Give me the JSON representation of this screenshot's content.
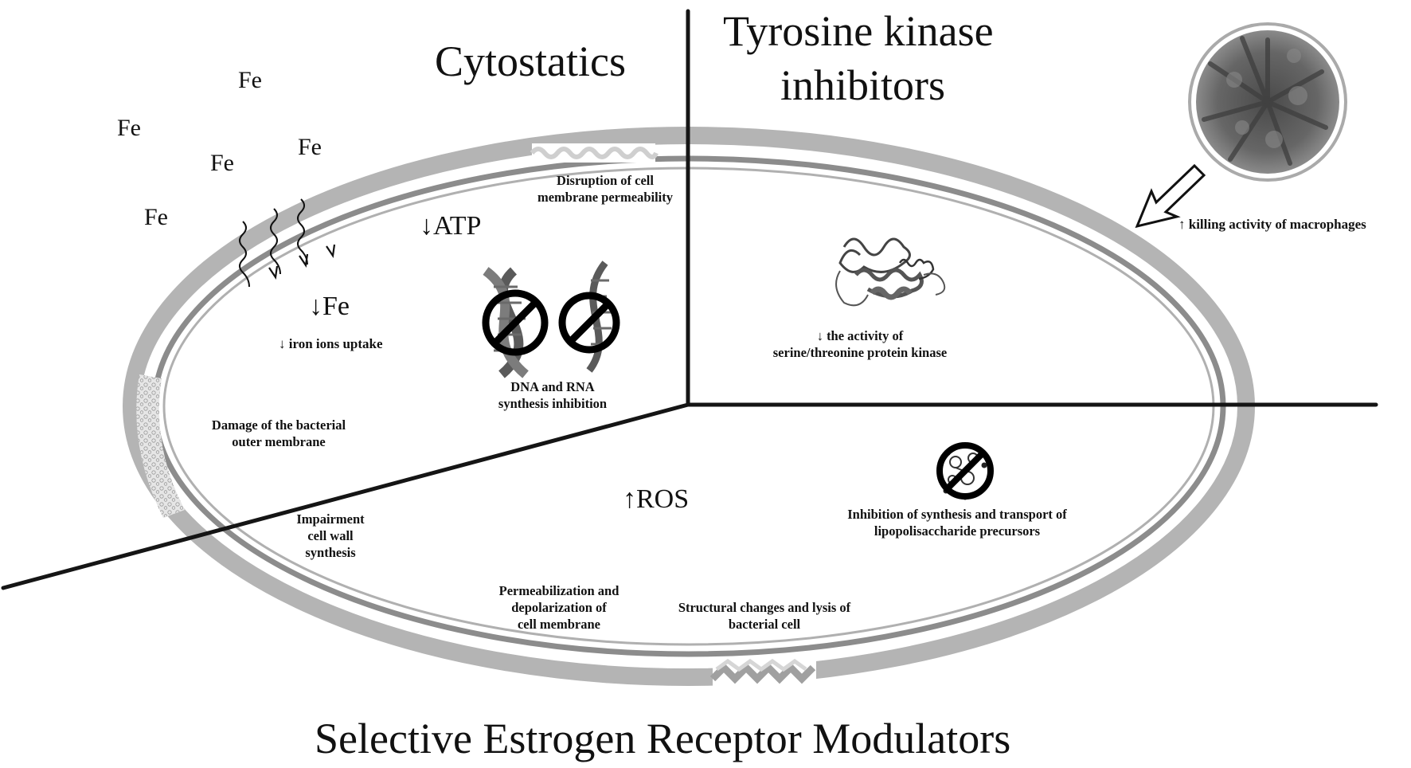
{
  "categories": {
    "cytostatics": "Cytostatics",
    "tki_line1": "Tyrosine kinase",
    "tki_line2": "inhibitors",
    "serm": "Selective Estrogen Receptor Modulators"
  },
  "iron": {
    "fe_labels": [
      "Fe",
      "Fe",
      "Fe",
      "Fe",
      "Fe"
    ],
    "fe_decrease": "↓Fe",
    "uptake": "↓ iron ions uptake"
  },
  "effects": {
    "atp": "↓ATP",
    "ros": "↑ROS",
    "membrane_permeability": [
      "Disruption of cell",
      "membrane permeability"
    ],
    "dna_rna": [
      "DNA and RNA",
      "synthesis inhibition"
    ],
    "outer_membrane": [
      "Damage of the bacterial",
      "outer membrane"
    ],
    "cell_wall": [
      "Impairment",
      "cell wall",
      "synthesis"
    ],
    "permeabilization": [
      "Permeabilization and",
      "depolarization of",
      "cell membrane"
    ],
    "lysis": [
      "Structural changes and lysis of",
      "bacterial cell"
    ],
    "lps": [
      "Inhibition of synthesis and transport of",
      "lipopolisaccharide precursors"
    ],
    "kinase": [
      "↓ the activity of",
      "serine/threonine protein kinase"
    ],
    "macrophages": "↑ killing activity of macrophages"
  },
  "colors": {
    "membrane_outer": "#b4b4b4",
    "membrane_inner": "#8c8c8c",
    "divider": "#151515",
    "macrophage": "#5a5a5a"
  },
  "icons": {
    "iron_uptake": "wavy-arrows-icon",
    "dna": "dna-helix-icon",
    "prohibited": "prohibited-icon",
    "protein": "protein-structure-icon",
    "lps": "lps-molecule-icon",
    "macrophage": "macrophage-cell-icon",
    "arrow": "hollow-arrow-icon"
  }
}
